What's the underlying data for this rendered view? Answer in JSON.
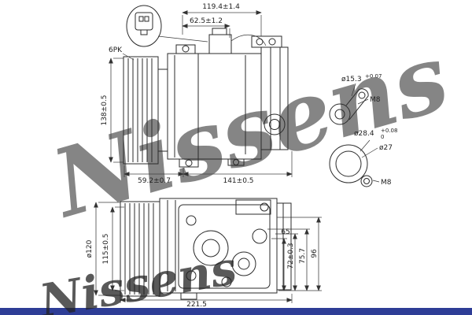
{
  "brand": {
    "watermark": "Nissens"
  },
  "colors": {
    "footer_bar": "#2e3d96",
    "watermark_gray": "#cfcfcf",
    "watermark_blue": "#5b76c0"
  },
  "dims": {
    "len_top": "119.4±1.4",
    "len_front": "62.5±1.2",
    "belt": "6PK",
    "height": "138±0.5",
    "pulley_offset": "59.2±0.7",
    "body_len": "141±0.5",
    "hole_dia": "ø15.3",
    "hole_tol": "+0.07",
    "thread_a": "M8",
    "boss_dia": "ø28.4",
    "boss_tol_hi": "+0.08",
    "boss_tol_lo": "0",
    "inner_dia": "ø27",
    "thread_b": "M8",
    "pulley_dia": "ø120",
    "clutch_dia": "115±0.5",
    "h65": "65",
    "h72": "72±0.3",
    "h757": "75.7",
    "h96": "96",
    "total_len": "221.5"
  }
}
